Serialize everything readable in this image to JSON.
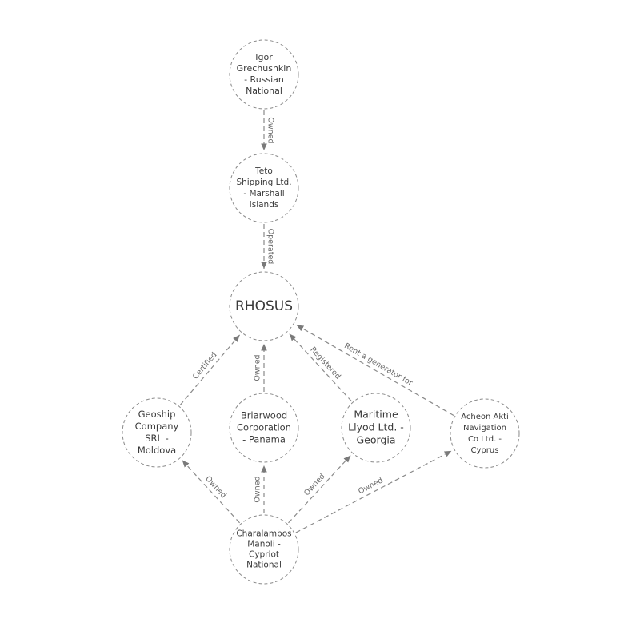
{
  "nodes": [
    {
      "id": "igor",
      "lines": [
        "Igor",
        "Grechushkin",
        "- Russian",
        "National"
      ]
    },
    {
      "id": "teto",
      "lines": [
        "Teto",
        "Shipping Ltd.",
        "- Marshall",
        "Islands"
      ]
    },
    {
      "id": "rhosus",
      "lines": [
        "RHOSUS"
      ]
    },
    {
      "id": "geoship",
      "lines": [
        "Geoship",
        "Company",
        "SRL -",
        "Moldova"
      ]
    },
    {
      "id": "briarwood",
      "lines": [
        "Briarwood",
        "Corporation",
        "- Panama"
      ]
    },
    {
      "id": "maritime",
      "lines": [
        "Maritime",
        "Llyod Ltd. -",
        "Georgia"
      ]
    },
    {
      "id": "acheon",
      "lines": [
        "Acheon Akti",
        "Navigation",
        "Co Ltd. -",
        "Cyprus"
      ]
    },
    {
      "id": "charalambos",
      "lines": [
        "Charalambos",
        "Manoli -",
        "Cypriot",
        "National"
      ]
    }
  ],
  "edges": [
    {
      "id": "igor-teto",
      "from": "igor",
      "to": "teto",
      "label": "Owned"
    },
    {
      "id": "teto-rhosus",
      "from": "teto",
      "to": "rhosus",
      "label": "Operated"
    },
    {
      "id": "geoship-rhosus",
      "from": "geoship",
      "to": "rhosus",
      "label": "Certified"
    },
    {
      "id": "briarwood-rhosus",
      "from": "briarwood",
      "to": "rhosus",
      "label": "Owned"
    },
    {
      "id": "maritime-rhosus",
      "from": "maritime",
      "to": "rhosus",
      "label": "Registered"
    },
    {
      "id": "acheon-rhosus",
      "from": "acheon",
      "to": "rhosus",
      "label": "Rent a generator for"
    },
    {
      "id": "charalambos-geoship",
      "from": "charalambos",
      "to": "geoship",
      "label": "Owned"
    },
    {
      "id": "charalambos-briarwood",
      "from": "charalambos",
      "to": "briarwood",
      "label": "Owned"
    },
    {
      "id": "charalambos-maritime",
      "from": "charalambos",
      "to": "maritime",
      "label": "Owned"
    },
    {
      "id": "charalambos-acheon",
      "from": "charalambos",
      "to": "acheon",
      "label": "Owned"
    }
  ]
}
